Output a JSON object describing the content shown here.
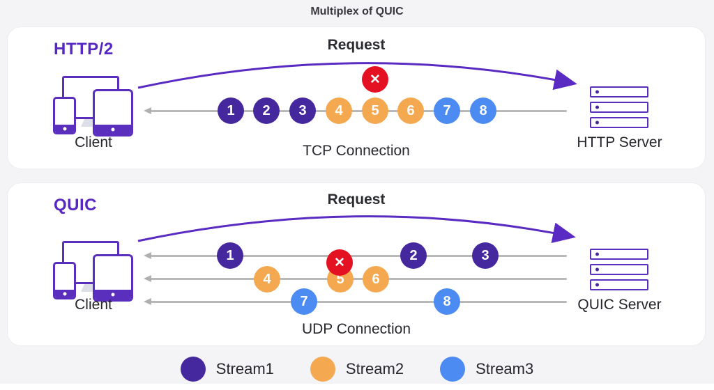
{
  "title": "Multiplex of QUIC",
  "icons": {
    "error": "✕"
  },
  "colors": {
    "accent_purple": "#5627C3",
    "icon_purple": "#5B2FBD",
    "stream1": "#46289E",
    "stream2": "#F4A950",
    "stream3": "#4C8BF2",
    "error_red": "#E31121",
    "line_gray": "#B8B8B8"
  },
  "http2_panel": {
    "protocol": "HTTP/2",
    "request": "Request",
    "client": "Client",
    "server": "HTTP Server",
    "connection": "TCP Connection",
    "packets": [
      "1",
      "2",
      "3",
      "4",
      "5",
      "6",
      "7",
      "8"
    ]
  },
  "quic_panel": {
    "protocol": "QUIC",
    "request": "Request",
    "client": "Client",
    "server": "QUIC Server",
    "connection": "UDP Connection",
    "stream1_packets": [
      "1",
      "2",
      "3"
    ],
    "stream2_packets": [
      "4",
      "5",
      "6"
    ],
    "stream3_packets": [
      "7",
      "8"
    ]
  },
  "legend": {
    "items": [
      {
        "label": "Stream1"
      },
      {
        "label": "Stream2"
      },
      {
        "label": "Stream3"
      }
    ]
  }
}
